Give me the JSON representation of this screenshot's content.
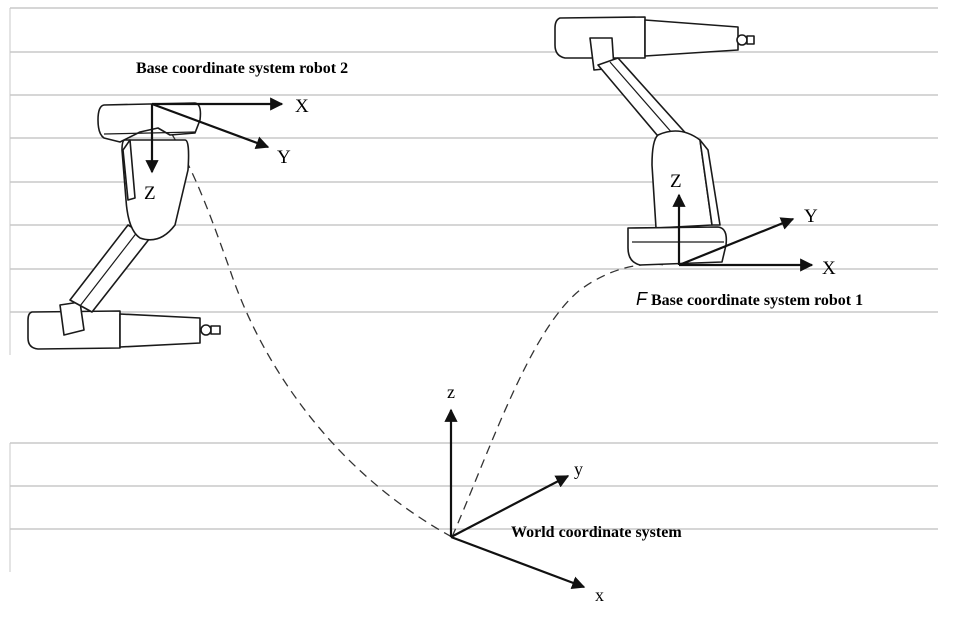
{
  "labels": {
    "robot2_title": "Base coordinate system robot 2",
    "robot1_title_prefix": "F",
    "robot1_title": "Base coordinate system robot 1",
    "world_title": "World coordinate system"
  },
  "robot2_axes": {
    "x": "X",
    "y": "Y",
    "z": "Z"
  },
  "robot1_axes": {
    "x": "X",
    "y": "Y",
    "z": "Z"
  },
  "world_axes": {
    "x": "x",
    "y": "y",
    "z": "z"
  }
}
